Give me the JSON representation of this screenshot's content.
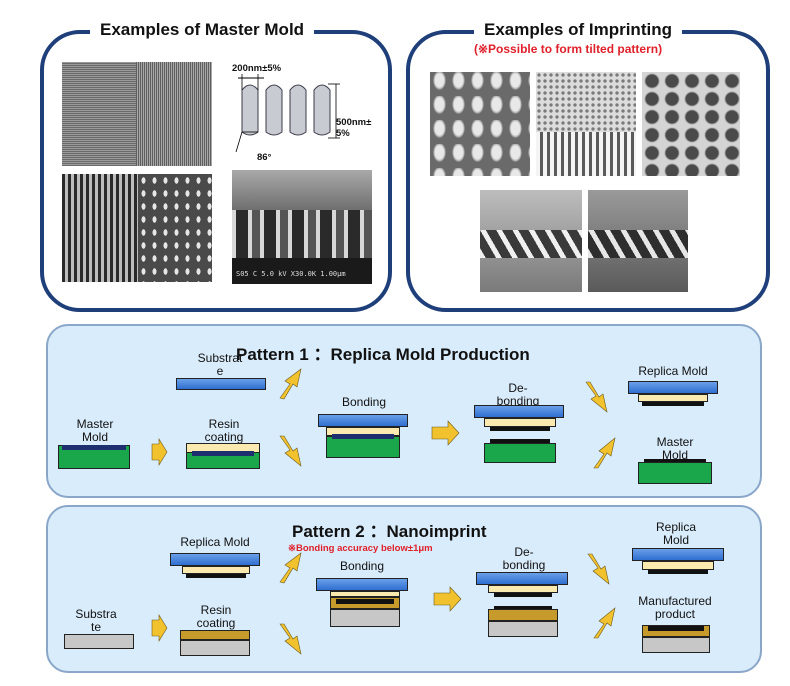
{
  "master_panel": {
    "title": "Examples of Master Mold",
    "dim_width": "200nm±5%",
    "dim_height": "500nm±\n5%",
    "dim_angle": "86°",
    "sem_caption": "S05 C   5.0 kV  X30.0K  1.00μm"
  },
  "imprint_panel": {
    "title": "Examples of Imprinting",
    "note": "(※Possible to form tilted pattern)"
  },
  "pattern1": {
    "title": "Pattern 1 ：Replica Mold Production",
    "labels": {
      "master_mold": "Master\nMold",
      "substrate": "Substrat\ne",
      "resin_coating": "Resin\ncoating",
      "bonding": "Bonding",
      "debonding": "De-\nbonding",
      "replica_mold": "Replica Mold",
      "master_mold_out": "Master\nMold"
    }
  },
  "pattern2": {
    "title": "Pattern 2 ：Nanoimprint",
    "note": "※Bonding accuracy below±1μm",
    "labels": {
      "substrate": "Substra\nte",
      "replica_mold": "Replica Mold",
      "resin_coating": "Resin\ncoating",
      "bonding": "Bonding",
      "debonding": "De-\nbonding",
      "replica_mold_out": "Replica\nMold",
      "manufactured": "Manufactured\nproduct"
    }
  },
  "colors": {
    "panel_border": "#1f3f7a",
    "process_bg": "#d9ecfb",
    "arrow": "#f2c22e",
    "note": "#e0202a"
  }
}
